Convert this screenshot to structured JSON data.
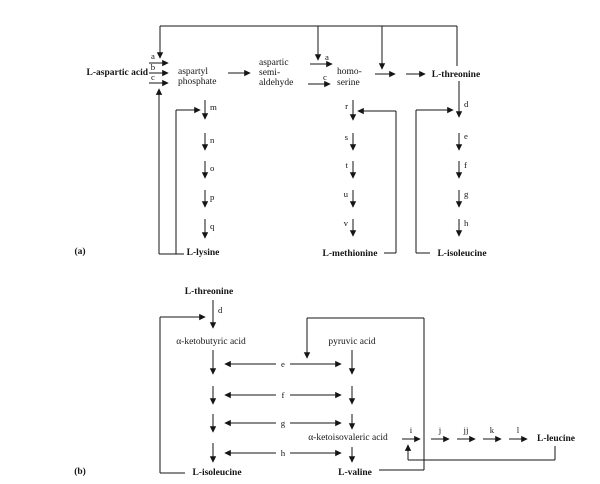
{
  "figure": {
    "panel_a": {
      "label": "(a)",
      "nodes": {
        "aspartic_acid": "L-aspartic acid",
        "aspartyl_phosphate": [
          "aspartyl",
          "phosphate"
        ],
        "aspartic_semialdehyde": [
          "aspartic",
          "semi-",
          "aldehyde"
        ],
        "homoserine": [
          "homo-",
          "serine"
        ],
        "threonine": "L-threonine",
        "lysine": "L-lysine",
        "methionine": "L-methionine",
        "isoleucine": "L-isoleucine"
      },
      "enzymes": {
        "aspartate_to_aspartyl_phosphate": [
          "a",
          "b",
          "c"
        ],
        "semialdehyde_to_homoserine": [
          "a",
          "c"
        ],
        "lysine_branch": [
          "m",
          "n",
          "o",
          "p",
          "q"
        ],
        "methionine_branch": [
          "r",
          "s",
          "t",
          "u",
          "v"
        ],
        "isoleucine_branch": [
          "d",
          "e",
          "f",
          "g",
          "h"
        ]
      }
    },
    "panel_b": {
      "label": "(b)",
      "nodes": {
        "threonine": "L-threonine",
        "alpha_ketobutyric_acid": "α-ketobutyric acid",
        "pyruvic_acid": "pyruvic acid",
        "alpha_ketoisovaleric_acid": "α-ketoisovaleric acid",
        "isoleucine": "L-isoleucine",
        "valine": "L-valine",
        "leucine": "L-leucine"
      },
      "enzymes": {
        "threonine_deaminase": "d",
        "shared_steps": [
          "e",
          "f",
          "g",
          "h"
        ],
        "leucine_branch": [
          "i",
          "j",
          "jj",
          "k",
          "l"
        ]
      }
    }
  }
}
